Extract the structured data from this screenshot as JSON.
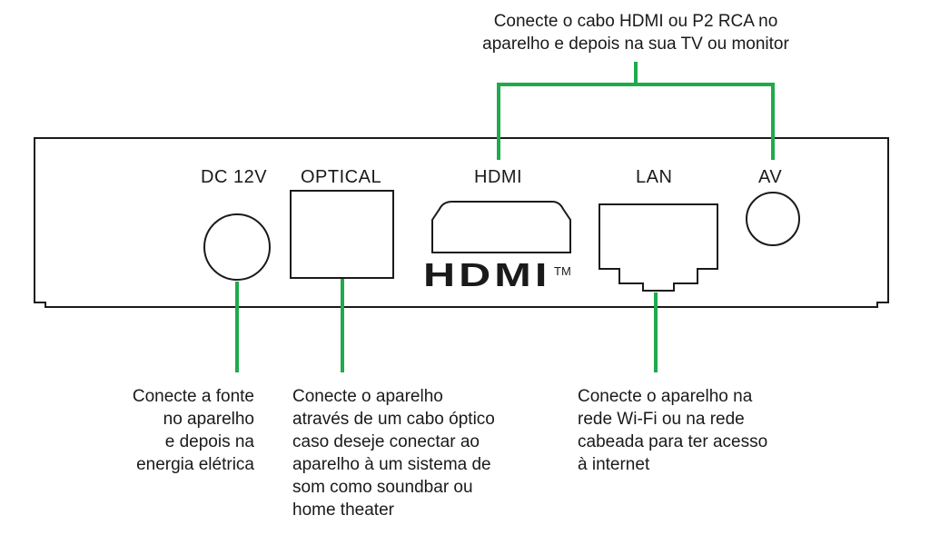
{
  "top_note": [
    "Conecte o cabo HDMI ou P2 RCA no",
    "aparelho e depois na sua TV ou monitor"
  ],
  "ports": {
    "dc": "DC 12V",
    "optical": "OPTICAL",
    "hdmi": "HDMI",
    "lan": "LAN",
    "av": "AV"
  },
  "hdmi_logo": {
    "text": "HDMI",
    "tm": "TM"
  },
  "notes": {
    "power": [
      "Conecte a fonte",
      "no aparelho",
      "e depois na",
      "energia elétrica"
    ],
    "optical": [
      "Conecte o aparelho",
      "através de um cabo óptico",
      "caso deseje conectar ao",
      "aparelho à um sistema de",
      "som como soundbar ou",
      "home theater"
    ],
    "lan": [
      "Conecte o aparelho na",
      "rede Wi-Fi ou na rede",
      "cabeada para ter acesso",
      "à internet"
    ]
  },
  "colors": {
    "connector": "#1faa4b",
    "outline": "#1a1a1a"
  }
}
